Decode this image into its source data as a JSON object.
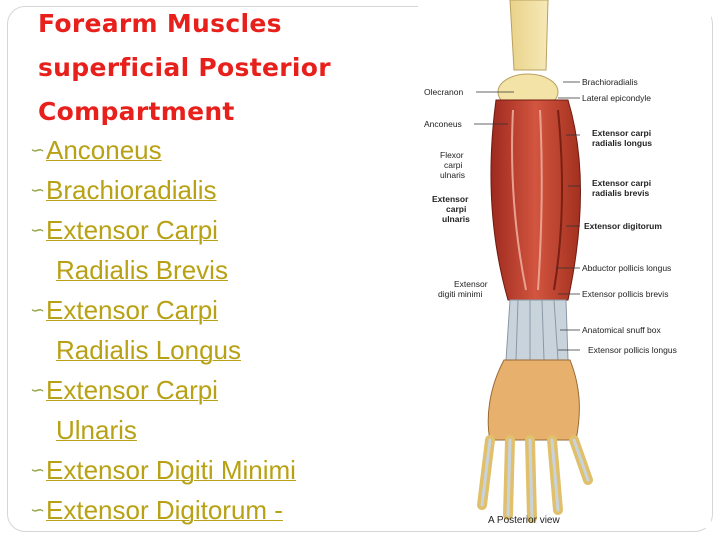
{
  "title_lines": [
    "Forearm Muscles",
    "superficial Posterior",
    "Compartment"
  ],
  "bullets": [
    {
      "line1": "Anconeus"
    },
    {
      "line1": "Brachioradialis"
    },
    {
      "line1": "Extensor Carpi",
      "line2": "Radialis Brevis"
    },
    {
      "line1": "Extensor Carpi",
      "line2": "Radialis Longus"
    },
    {
      "line1": "Extensor Carpi",
      "line2": "Ulnaris"
    },
    {
      "line1": "Extensor Digiti Minimi"
    },
    {
      "line1": "Extensor Digitorum -"
    }
  ],
  "figure": {
    "labels_left": [
      "Olecranon",
      "Anconeus",
      "Flexor",
      "carpi",
      "ulnaris",
      "Extensor",
      "carpi",
      "ulnaris",
      "Extensor",
      "digiti minimi"
    ],
    "labels_right": [
      "Brachioradialis",
      "Lateral epicondyle",
      "Extensor carpi",
      "radialis longus",
      "Extensor carpi",
      "radialis brevis",
      "Extensor digitorum",
      "Abductor pollicis longus",
      "Extensor pollicis brevis",
      "Anatomical snuff box",
      "Extensor pollicis longus"
    ],
    "caption": "A Posterior view"
  },
  "colors": {
    "title": "#e8201c",
    "link": "#b8a114",
    "bullet_marker": "#9aa54a",
    "muscle": "#c0392b",
    "tendon": "#c9d3dc"
  }
}
